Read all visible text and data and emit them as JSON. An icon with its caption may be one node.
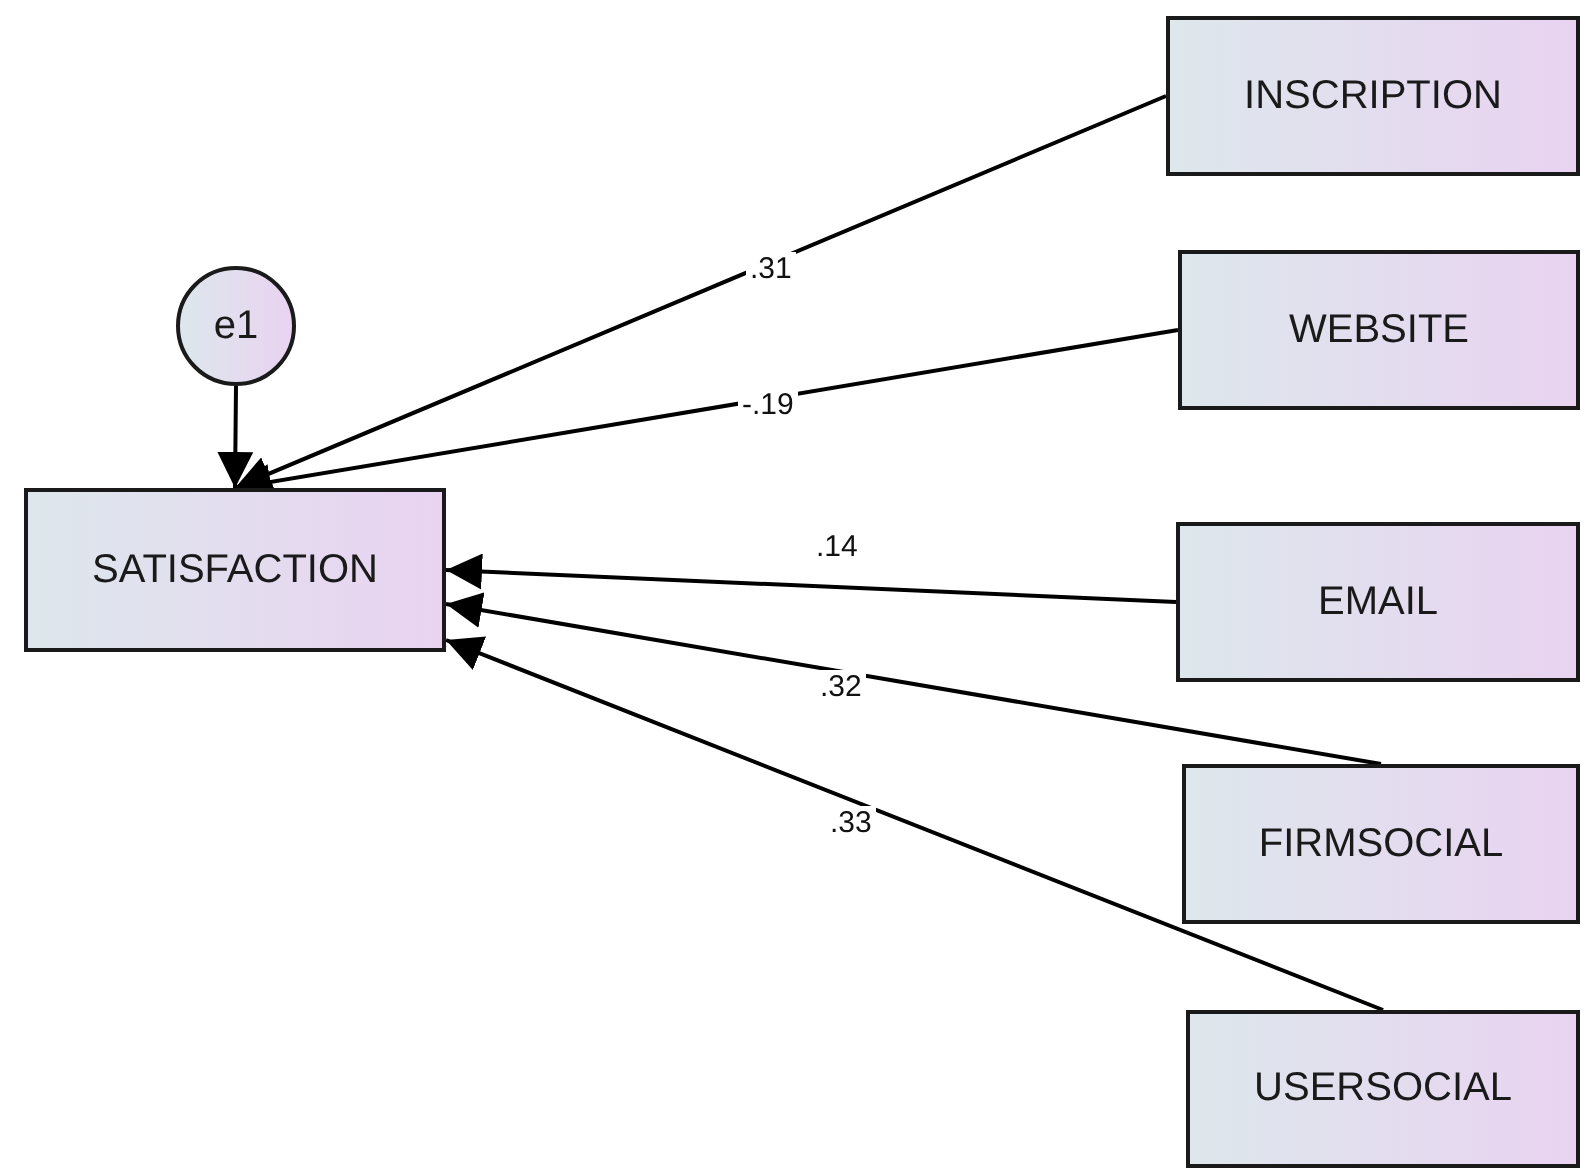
{
  "diagram": {
    "nodes": [
      {
        "text": [
          "e1"
        ]
      },
      {
        "text": [
          "SATISFACTION"
        ]
      },
      {
        "text": [
          "INSCRIPTION"
        ]
      },
      {
        "text": [
          "WEBSITE"
        ]
      },
      {
        "text": [
          "EMAIL"
        ]
      },
      {
        "text": [
          "FIRMSOCIAL"
        ]
      },
      {
        "text": [
          "USERSOCIAL"
        ]
      }
    ],
    "edges": [
      {
        "from": 0,
        "to": 1,
        "arrow": "to"
      },
      {
        "from": 2,
        "to": 1,
        "arrow": "to",
        "label": ".31"
      },
      {
        "from": 3,
        "to": 1,
        "arrow": "to",
        "label": "-.19"
      },
      {
        "from": 4,
        "to": 1,
        "arrow": "to",
        "label": ".14"
      },
      {
        "from": 5,
        "to": 1,
        "arrow": "to",
        "label": ".32"
      },
      {
        "from": 6,
        "to": 1,
        "arrow": "to",
        "label": ".33"
      }
    ]
  }
}
